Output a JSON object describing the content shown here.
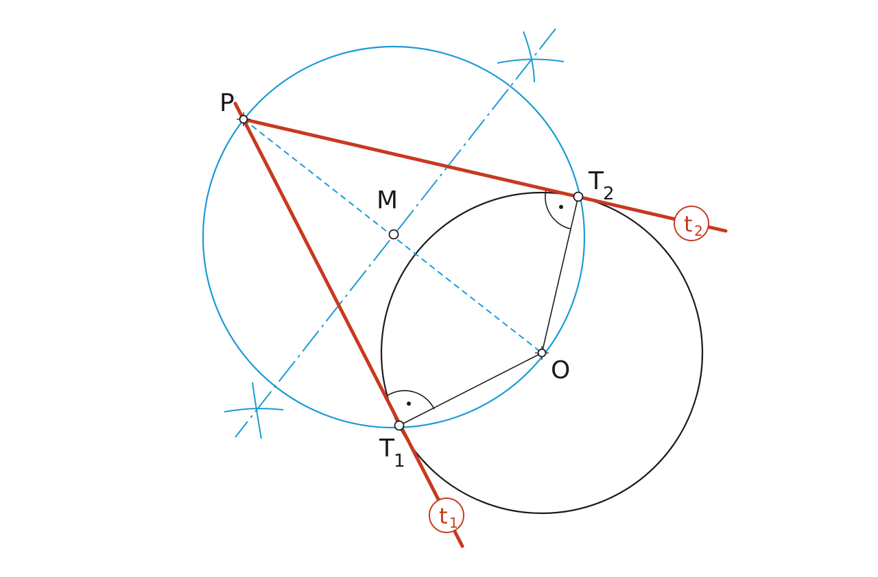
{
  "colors": {
    "construction_blue": "#1a9ad6",
    "tangent_red": "#c8391f",
    "black": "#1a1a1a"
  },
  "points": {
    "P": {
      "label": "P"
    },
    "M": {
      "label": "M"
    },
    "O": {
      "label": "O"
    },
    "T1": {
      "label": "T",
      "subscript": "1"
    },
    "T2": {
      "label": "T",
      "subscript": "2"
    }
  },
  "tangents": {
    "t1": {
      "label": "t",
      "subscript": "1"
    },
    "t2": {
      "label": "t",
      "subscript": "2"
    }
  }
}
